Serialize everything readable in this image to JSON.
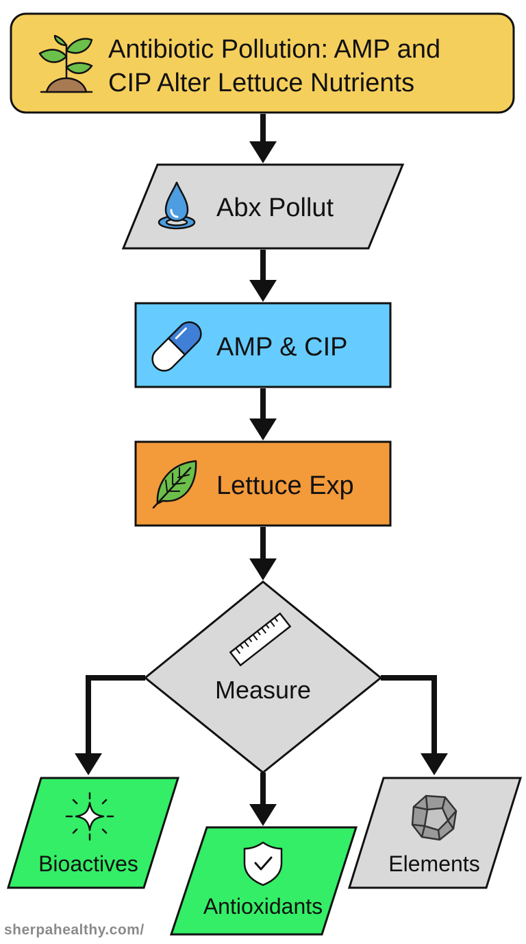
{
  "title": {
    "line1": "Antibiotic Pollution: AMP and",
    "line2": "CIP Alter Lettuce Nutrients",
    "icon": "seedling-icon"
  },
  "nodes": {
    "pollution": {
      "label": "Abx Pollut",
      "icon": "water-drop-icon"
    },
    "drugs": {
      "label": "AMP & CIP",
      "icon": "capsule-icon"
    },
    "experiment": {
      "label": "Lettuce Exp",
      "icon": "leaf-icon"
    },
    "measure": {
      "label": "Measure",
      "icon": "ruler-icon"
    },
    "bioactives": {
      "label": "Bioactives",
      "icon": "sparkle-icon"
    },
    "antioxidants": {
      "label": "Antioxidants",
      "icon": "shield-check-icon"
    },
    "elements": {
      "label": "Elements",
      "icon": "mineral-rock-icon"
    }
  },
  "watermark": "sherpahealthy.com/",
  "colors": {
    "title_fill": "#f5cf5c",
    "gray_fill": "#d9d9d9",
    "blue_fill": "#66ccff",
    "orange_fill": "#f39a3b",
    "green_fill": "#33ee66",
    "stroke": "#111111"
  }
}
